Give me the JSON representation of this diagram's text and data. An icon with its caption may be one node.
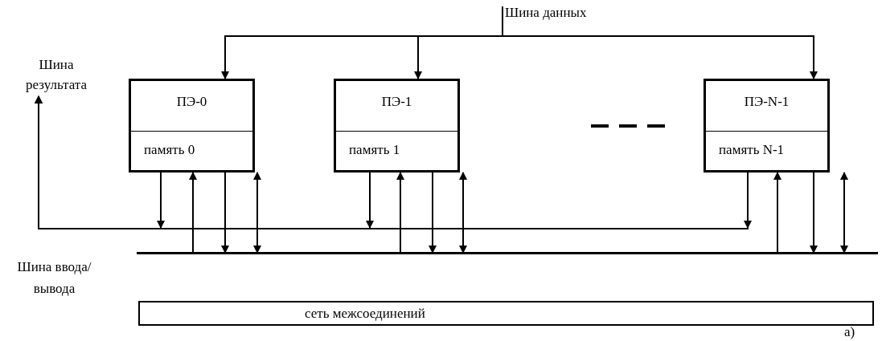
{
  "diagram": {
    "nodes": [
      {
        "text": [
          "Шина данных"
        ]
      },
      {
        "text": [
          "Шина результата"
        ]
      },
      {
        "text": [
          "ПЭ-0",
          "память 0"
        ]
      },
      {
        "text": [
          "ПЭ-1",
          "память 1"
        ]
      },
      {
        "text": [
          "ПЭ-N-1",
          "память N-1"
        ]
      },
      {
        "text": [
          "Шина ввода/вывода"
        ]
      },
      {
        "text": [
          "сеть межсоединений"
        ]
      }
    ],
    "edges": [
      {
        "from": 0,
        "to": 2,
        "arrow": "to"
      },
      {
        "from": 0,
        "to": 3,
        "arrow": "to"
      },
      {
        "from": 0,
        "to": 4,
        "arrow": "to"
      },
      {
        "from": 2,
        "to": 1,
        "arrow": "to"
      },
      {
        "from": 3,
        "to": 1,
        "arrow": "to"
      },
      {
        "from": 4,
        "to": 1,
        "arrow": "to"
      },
      {
        "from": 5,
        "to": 2,
        "arrow": "to"
      },
      {
        "from": 2,
        "to": 5,
        "arrow": "to"
      },
      {
        "from": 2,
        "to": 5,
        "arrow": "both"
      },
      {
        "from": 5,
        "to": 3,
        "arrow": "to"
      },
      {
        "from": 3,
        "to": 5,
        "arrow": "to"
      },
      {
        "from": 3,
        "to": 5,
        "arrow": "both"
      },
      {
        "from": 5,
        "to": 4,
        "arrow": "to"
      },
      {
        "from": 4,
        "to": 5,
        "arrow": "to"
      },
      {
        "from": 4,
        "to": 5,
        "arrow": "both"
      }
    ],
    "labels": [
      "a)"
    ]
  }
}
